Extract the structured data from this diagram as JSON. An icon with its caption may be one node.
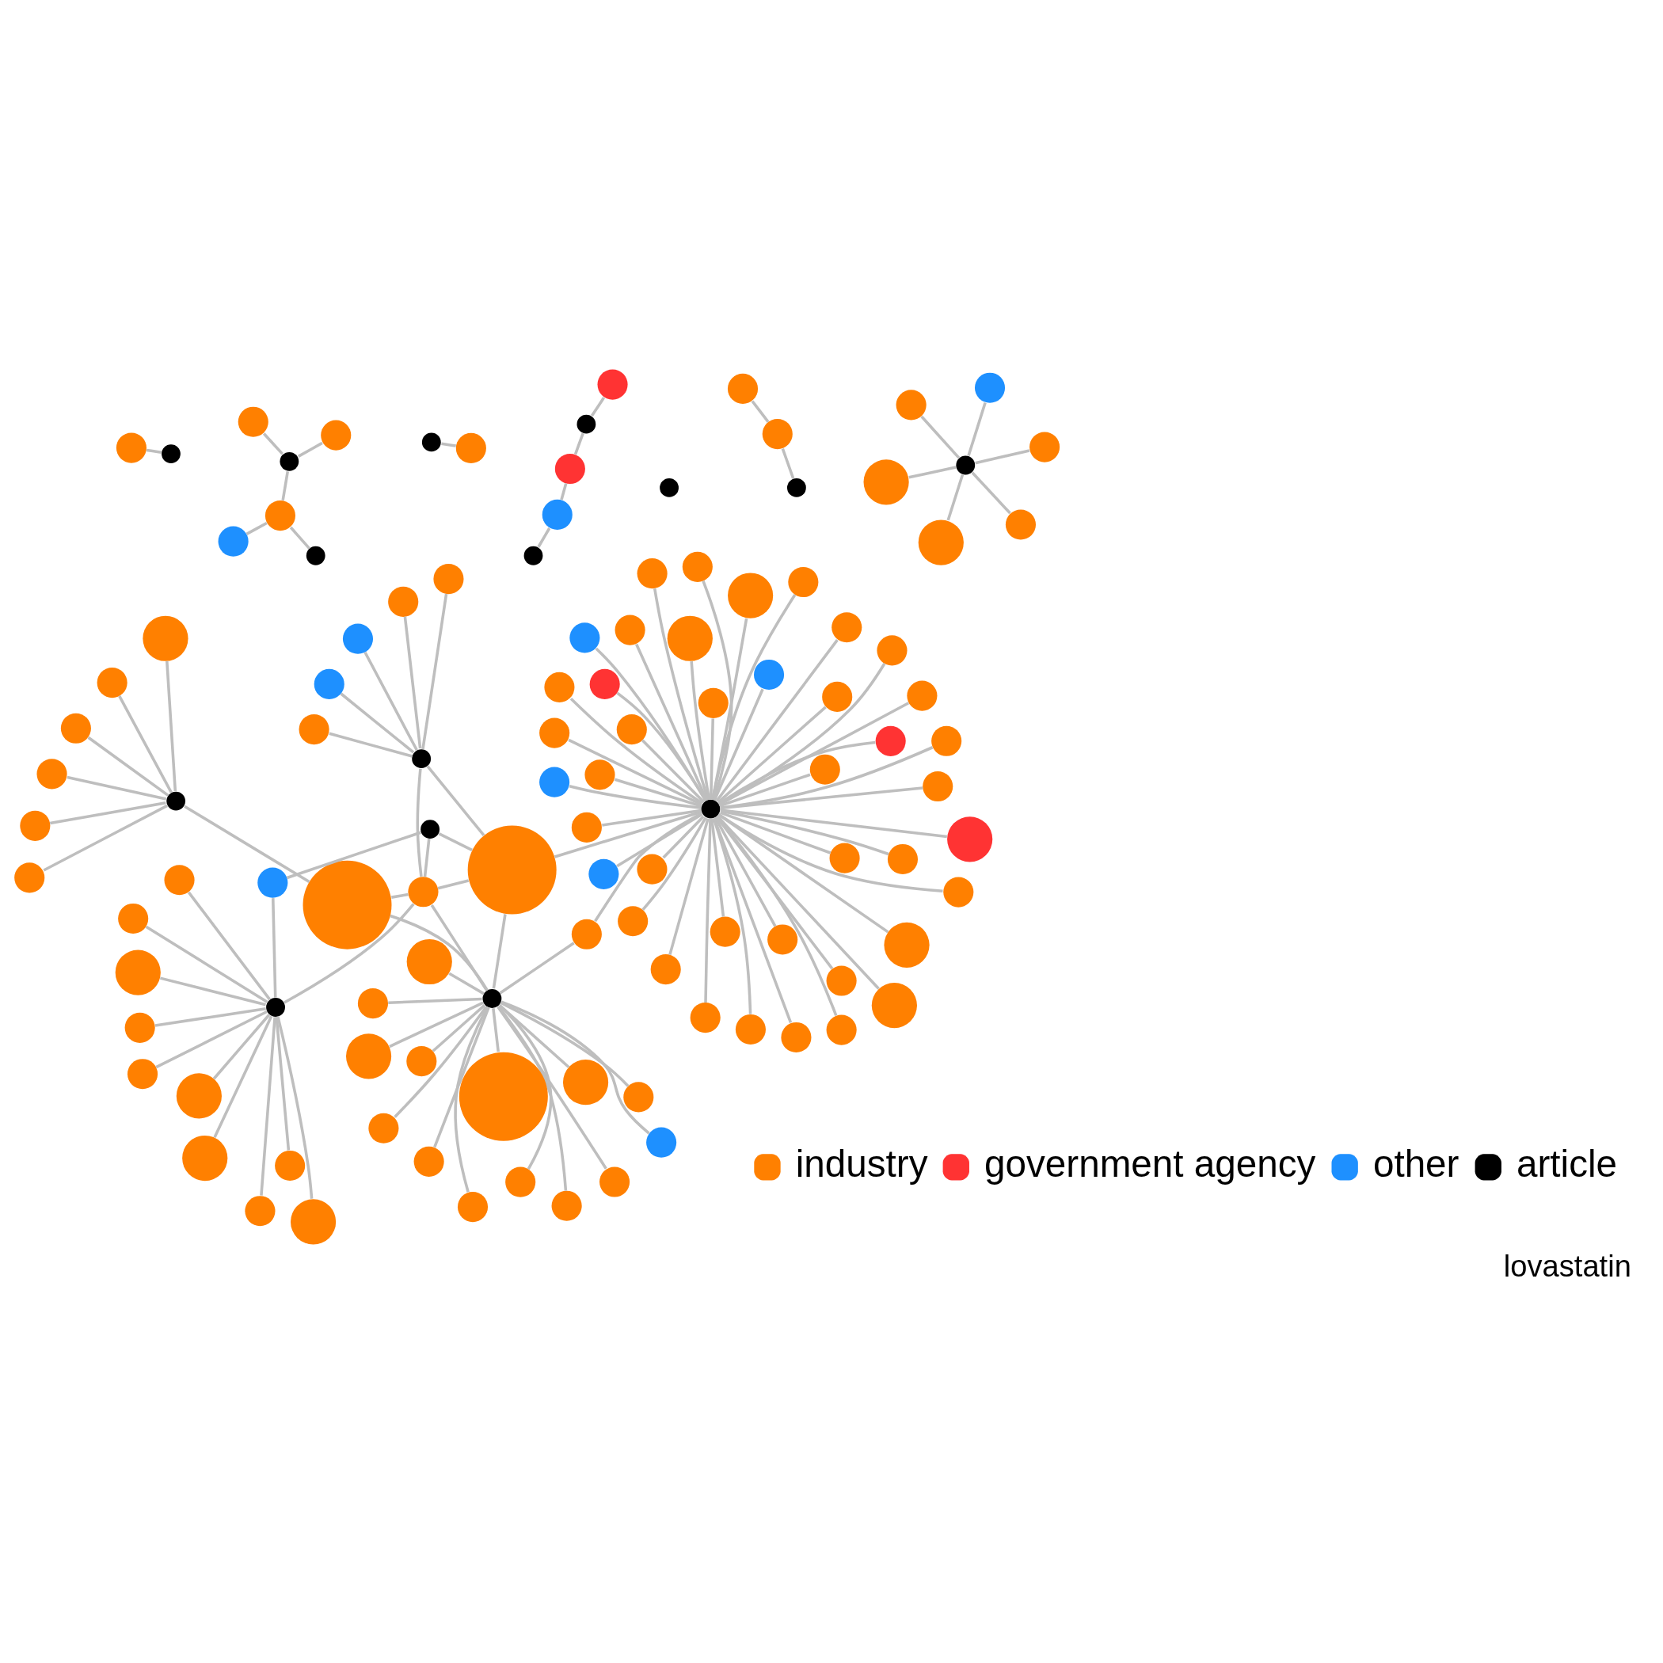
{
  "diagram": {
    "caption": "lovastatin",
    "nodes": [
      {
        "text": [],
        "shape": "circle"
      },
      {
        "text": [],
        "shape": "circle"
      },
      {
        "text": [],
        "shape": "circle"
      },
      {
        "text": [],
        "shape": "circle"
      },
      {
        "text": [],
        "shape": "circle"
      },
      {
        "text": [],
        "shape": "circle"
      },
      {
        "text": [],
        "shape": "circle"
      },
      {
        "text": [],
        "shape": "circle"
      },
      {
        "text": [],
        "shape": "circle"
      },
      {
        "text": [],
        "shape": "circle"
      },
      {
        "text": [],
        "shape": "circle"
      },
      {
        "text": [],
        "shape": "circle"
      },
      {
        "text": [],
        "shape": "circle"
      },
      {
        "text": [],
        "shape": "circle"
      },
      {
        "text": [],
        "shape": "circle"
      },
      {
        "text": [],
        "shape": "circle"
      },
      {
        "text": [],
        "shape": "circle"
      },
      {
        "text": [],
        "shape": "circle"
      },
      {
        "text": [],
        "shape": "circle"
      },
      {
        "text": [],
        "shape": "circle"
      },
      {
        "text": [],
        "shape": "circle"
      },
      {
        "text": [],
        "shape": "circle"
      },
      {
        "text": [],
        "shape": "circle"
      },
      {
        "text": [],
        "shape": "circle"
      },
      {
        "text": [],
        "shape": "circle"
      },
      {
        "text": [],
        "shape": "circle"
      },
      {
        "text": [],
        "shape": "circle"
      },
      {
        "text": [],
        "shape": "circle"
      },
      {
        "text": [],
        "shape": "circle"
      },
      {
        "text": [],
        "shape": "circle"
      },
      {
        "text": [],
        "shape": "circle"
      },
      {
        "text": [],
        "shape": "circle"
      },
      {
        "text": [],
        "shape": "circle"
      },
      {
        "text": [],
        "shape": "circle"
      },
      {
        "text": [],
        "shape": "circle"
      },
      {
        "text": [],
        "shape": "circle"
      },
      {
        "text": [],
        "shape": "circle"
      },
      {
        "text": [],
        "shape": "circle"
      },
      {
        "text": [],
        "shape": "circle"
      },
      {
        "text": [],
        "shape": "circle"
      },
      {
        "text": [],
        "shape": "circle"
      },
      {
        "text": [],
        "shape": "circle"
      },
      {
        "text": [],
        "shape": "circle"
      },
      {
        "text": [],
        "shape": "circle"
      },
      {
        "text": [],
        "shape": "circle"
      },
      {
        "text": [],
        "shape": "circle"
      },
      {
        "text": [],
        "shape": "circle"
      },
      {
        "text": [],
        "shape": "circle"
      },
      {
        "text": [],
        "shape": "circle"
      },
      {
        "text": [],
        "shape": "circle"
      },
      {
        "text": [],
        "shape": "circle"
      },
      {
        "text": [],
        "shape": "circle"
      },
      {
        "text": [],
        "shape": "circle"
      },
      {
        "text": [],
        "shape": "circle"
      },
      {
        "text": [],
        "shape": "circle"
      },
      {
        "text": [],
        "shape": "circle"
      },
      {
        "text": [],
        "shape": "circle"
      },
      {
        "text": [],
        "shape": "circle"
      },
      {
        "text": [],
        "shape": "circle"
      },
      {
        "text": [],
        "shape": "circle"
      },
      {
        "text": [],
        "shape": "circle"
      },
      {
        "text": [],
        "shape": "circle"
      },
      {
        "text": [],
        "shape": "circle"
      },
      {
        "text": [],
        "shape": "circle"
      },
      {
        "text": [],
        "shape": "circle"
      },
      {
        "text": [],
        "shape": "circle"
      },
      {
        "text": [],
        "shape": "circle"
      },
      {
        "text": [],
        "shape": "circle"
      },
      {
        "text": [],
        "shape": "circle"
      },
      {
        "text": [],
        "shape": "circle"
      },
      {
        "text": [],
        "shape": "circle"
      },
      {
        "text": [],
        "shape": "circle"
      },
      {
        "text": [],
        "shape": "circle"
      },
      {
        "text": [],
        "shape": "circle"
      },
      {
        "text": [],
        "shape": "circle"
      },
      {
        "text": [],
        "shape": "circle"
      },
      {
        "text": [],
        "shape": "circle"
      },
      {
        "text": [],
        "shape": "circle"
      },
      {
        "text": [],
        "shape": "circle"
      },
      {
        "text": [],
        "shape": "circle"
      },
      {
        "text": [],
        "shape": "circle"
      },
      {
        "text": [],
        "shape": "circle"
      },
      {
        "text": [],
        "shape": "circle"
      },
      {
        "text": [],
        "shape": "circle"
      },
      {
        "text": [],
        "shape": "circle"
      },
      {
        "text": [],
        "shape": "circle"
      },
      {
        "text": [],
        "shape": "circle"
      },
      {
        "text": [],
        "shape": "circle"
      },
      {
        "text": [],
        "shape": "circle"
      },
      {
        "text": [],
        "shape": "circle"
      },
      {
        "text": [],
        "shape": "circle"
      },
      {
        "text": [],
        "shape": "circle"
      },
      {
        "text": [],
        "shape": "circle"
      },
      {
        "text": [],
        "shape": "circle"
      },
      {
        "text": [],
        "shape": "circle"
      },
      {
        "text": [],
        "shape": "circle"
      },
      {
        "text": [],
        "shape": "circle"
      },
      {
        "text": [],
        "shape": "circle"
      },
      {
        "text": [],
        "shape": "circle"
      },
      {
        "text": [],
        "shape": "circle"
      },
      {
        "text": [],
        "shape": "circle"
      },
      {
        "text": [],
        "shape": "circle"
      },
      {
        "text": [],
        "shape": "circle"
      },
      {
        "text": [],
        "shape": "circle"
      },
      {
        "text": [],
        "shape": "circle"
      },
      {
        "text": [],
        "shape": "circle"
      },
      {
        "text": [],
        "shape": "circle"
      },
      {
        "text": [],
        "shape": "circle"
      },
      {
        "text": [],
        "shape": "circle"
      },
      {
        "text": [],
        "shape": "circle"
      },
      {
        "text": [],
        "shape": "circle"
      },
      {
        "text": [],
        "shape": "circle"
      },
      {
        "text": [],
        "shape": "circle"
      }
    ],
    "edges": [
      {
        "from": 0,
        "to": 1,
        "arrow": "none"
      },
      {
        "from": 2,
        "to": 3,
        "arrow": "none"
      },
      {
        "from": 4,
        "to": 5,
        "arrow": "none"
      },
      {
        "from": 5,
        "to": 6,
        "arrow": "none"
      },
      {
        "from": 5,
        "to": 7,
        "arrow": "none"
      },
      {
        "from": 7,
        "to": 8,
        "arrow": "none"
      },
      {
        "from": 7,
        "to": 9,
        "arrow": "none"
      },
      {
        "from": 10,
        "to": 11,
        "arrow": "none"
      },
      {
        "from": 11,
        "to": 12,
        "arrow": "none"
      },
      {
        "from": 16,
        "to": 14,
        "arrow": "none"
      },
      {
        "from": 16,
        "to": 15,
        "arrow": "none"
      },
      {
        "from": 16,
        "to": 17,
        "arrow": "none"
      },
      {
        "from": 16,
        "to": 18,
        "arrow": "none"
      },
      {
        "from": 16,
        "to": 19,
        "arrow": "none"
      },
      {
        "from": 16,
        "to": 20,
        "arrow": "none"
      },
      {
        "from": 21,
        "to": 22,
        "arrow": "none"
      },
      {
        "from": 22,
        "to": 23,
        "arrow": "none"
      },
      {
        "from": 23,
        "to": 24,
        "arrow": "none"
      },
      {
        "from": 24,
        "to": 25,
        "arrow": "none"
      },
      {
        "from": 26,
        "to": 27,
        "arrow": "none"
      },
      {
        "from": 26,
        "to": 28,
        "arrow": "none"
      },
      {
        "from": 26,
        "to": 29,
        "arrow": "none"
      },
      {
        "from": 26,
        "to": 30,
        "arrow": "none"
      },
      {
        "from": 26,
        "to": 31,
        "arrow": "none"
      },
      {
        "from": 26,
        "to": 32,
        "arrow": "none"
      },
      {
        "from": 26,
        "to": 33,
        "arrow": "none"
      },
      {
        "from": 26,
        "to": 34,
        "arrow": "none"
      },
      {
        "from": 26,
        "to": 35,
        "arrow": "none"
      },
      {
        "from": 26,
        "to": 36,
        "arrow": "none"
      },
      {
        "from": 26,
        "to": 37,
        "arrow": "none"
      },
      {
        "from": 26,
        "to": 38,
        "arrow": "none"
      },
      {
        "from": 26,
        "to": 40,
        "arrow": "none"
      },
      {
        "from": 26,
        "to": 41,
        "arrow": "none"
      },
      {
        "from": 26,
        "to": 60,
        "arrow": "none"
      },
      {
        "from": 26,
        "to": 62,
        "arrow": "none"
      },
      {
        "from": 26,
        "to": 63,
        "arrow": "none"
      },
      {
        "from": 26,
        "to": 71,
        "arrow": "none"
      },
      {
        "from": 39,
        "to": 42,
        "arrow": "none"
      },
      {
        "from": 41,
        "to": 42,
        "arrow": "none"
      },
      {
        "from": 41,
        "to": 60,
        "arrow": "none"
      },
      {
        "from": 42,
        "to": 44,
        "arrow": "none"
      },
      {
        "from": 42,
        "to": 45,
        "arrow": "none"
      },
      {
        "from": 42,
        "to": 46,
        "arrow": "none"
      },
      {
        "from": 42,
        "to": 49,
        "arrow": "none"
      },
      {
        "from": 42,
        "to": 50,
        "arrow": "none"
      },
      {
        "from": 43,
        "to": 47,
        "arrow": "none"
      },
      {
        "from": 43,
        "to": 48,
        "arrow": "none"
      },
      {
        "from": 43,
        "to": 51,
        "arrow": "none"
      },
      {
        "from": 43,
        "to": 52,
        "arrow": "none"
      },
      {
        "from": 43,
        "to": 53,
        "arrow": "none"
      },
      {
        "from": 43,
        "to": 54,
        "arrow": "none"
      },
      {
        "from": 43,
        "to": 55,
        "arrow": "none"
      },
      {
        "from": 43,
        "to": 56,
        "arrow": "none"
      },
      {
        "from": 43,
        "to": 57,
        "arrow": "none"
      },
      {
        "from": 43,
        "to": 58,
        "arrow": "none"
      },
      {
        "from": 43,
        "to": 59,
        "arrow": "none"
      },
      {
        "from": 43,
        "to": 60,
        "arrow": "none"
      },
      {
        "from": 60,
        "to": 61,
        "arrow": "none"
      },
      {
        "from": 60,
        "to": 64,
        "arrow": "none"
      },
      {
        "from": 60,
        "to": 63,
        "arrow": "none"
      },
      {
        "from": 61,
        "to": 59,
        "arrow": "none"
      },
      {
        "from": 61,
        "to": 63,
        "arrow": "none"
      },
      {
        "from": 63,
        "to": 64,
        "arrow": "none"
      },
      {
        "from": 63,
        "to": 73,
        "arrow": "none"
      },
      {
        "from": 64,
        "to": 65,
        "arrow": "none"
      },
      {
        "from": 64,
        "to": 66,
        "arrow": "none"
      },
      {
        "from": 64,
        "to": 67,
        "arrow": "none"
      },
      {
        "from": 64,
        "to": 68,
        "arrow": "none"
      },
      {
        "from": 64,
        "to": 69,
        "arrow": "none"
      },
      {
        "from": 70,
        "to": 73,
        "arrow": "none"
      },
      {
        "from": 71,
        "to": 73,
        "arrow": "none"
      },
      {
        "from": 72,
        "to": 73,
        "arrow": "none"
      },
      {
        "from": 73,
        "to": 74,
        "arrow": "none"
      },
      {
        "from": 73,
        "to": 75,
        "arrow": "none"
      },
      {
        "from": 73,
        "to": 76,
        "arrow": "none"
      },
      {
        "from": 73,
        "to": 77,
        "arrow": "none"
      },
      {
        "from": 73,
        "to": 78,
        "arrow": "none"
      },
      {
        "from": 73,
        "to": 79,
        "arrow": "none"
      },
      {
        "from": 73,
        "to": 80,
        "arrow": "none"
      },
      {
        "from": 73,
        "to": 81,
        "arrow": "none"
      },
      {
        "from": 73,
        "to": 82,
        "arrow": "none"
      },
      {
        "from": 73,
        "to": 83,
        "arrow": "none"
      },
      {
        "from": 73,
        "to": 84,
        "arrow": "none"
      },
      {
        "from": 73,
        "to": 85,
        "arrow": "none"
      },
      {
        "from": 73,
        "to": 86,
        "arrow": "none"
      },
      {
        "from": 73,
        "to": 87,
        "arrow": "none"
      },
      {
        "from": 73,
        "to": 88,
        "arrow": "none"
      },
      {
        "from": 73,
        "to": 89,
        "arrow": "none"
      },
      {
        "from": 73,
        "to": 90,
        "arrow": "none"
      },
      {
        "from": 73,
        "to": 91,
        "arrow": "none"
      },
      {
        "from": 73,
        "to": 92,
        "arrow": "none"
      },
      {
        "from": 73,
        "to": 93,
        "arrow": "none"
      },
      {
        "from": 73,
        "to": 94,
        "arrow": "none"
      },
      {
        "from": 73,
        "to": 95,
        "arrow": "none"
      },
      {
        "from": 73,
        "to": 96,
        "arrow": "none"
      },
      {
        "from": 73,
        "to": 97,
        "arrow": "none"
      },
      {
        "from": 73,
        "to": 98,
        "arrow": "none"
      },
      {
        "from": 73,
        "to": 99,
        "arrow": "none"
      },
      {
        "from": 73,
        "to": 100,
        "arrow": "none"
      },
      {
        "from": 73,
        "to": 101,
        "arrow": "none"
      },
      {
        "from": 73,
        "to": 102,
        "arrow": "none"
      },
      {
        "from": 73,
        "to": 103,
        "arrow": "none"
      },
      {
        "from": 73,
        "to": 104,
        "arrow": "none"
      },
      {
        "from": 73,
        "to": 105,
        "arrow": "none"
      },
      {
        "from": 73,
        "to": 106,
        "arrow": "none"
      },
      {
        "from": 73,
        "to": 107,
        "arrow": "none"
      },
      {
        "from": 73,
        "to": 108,
        "arrow": "none"
      },
      {
        "from": 73,
        "to": 109,
        "arrow": "none"
      },
      {
        "from": 73,
        "to": 110,
        "arrow": "none"
      },
      {
        "from": 73,
        "to": 111,
        "arrow": "none"
      },
      {
        "from": 73,
        "to": 112,
        "arrow": "none"
      }
    ],
    "legend": [
      {
        "text": "industry",
        "color": "#ff8000"
      },
      {
        "text": "government agency",
        "color": "#ff3333"
      },
      {
        "text": "other",
        "color": "#1e90ff"
      },
      {
        "text": "article",
        "color": "#000000"
      }
    ]
  }
}
